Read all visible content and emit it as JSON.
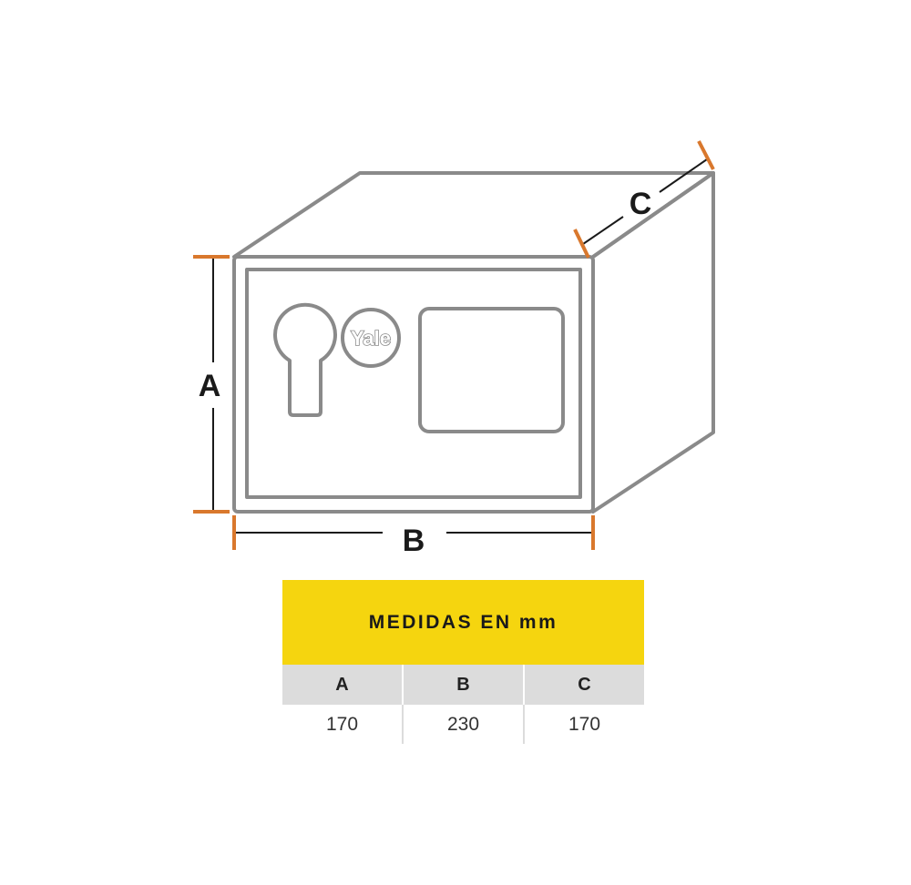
{
  "diagram": {
    "brand": "Yale",
    "dimension_labels": {
      "a": "A",
      "b": "B",
      "c": "C"
    },
    "colors": {
      "outline": "#8a8a8a",
      "dimension_line": "#1a1a1a",
      "dimension_tick": "#d9782d"
    }
  },
  "table": {
    "title": "MEDIDAS EN mm",
    "headers": [
      "A",
      "B",
      "C"
    ],
    "values": [
      "170",
      "230",
      "170"
    ],
    "colors": {
      "title_bg": "#f5d50f",
      "header_bg": "#dcdcdc"
    }
  }
}
